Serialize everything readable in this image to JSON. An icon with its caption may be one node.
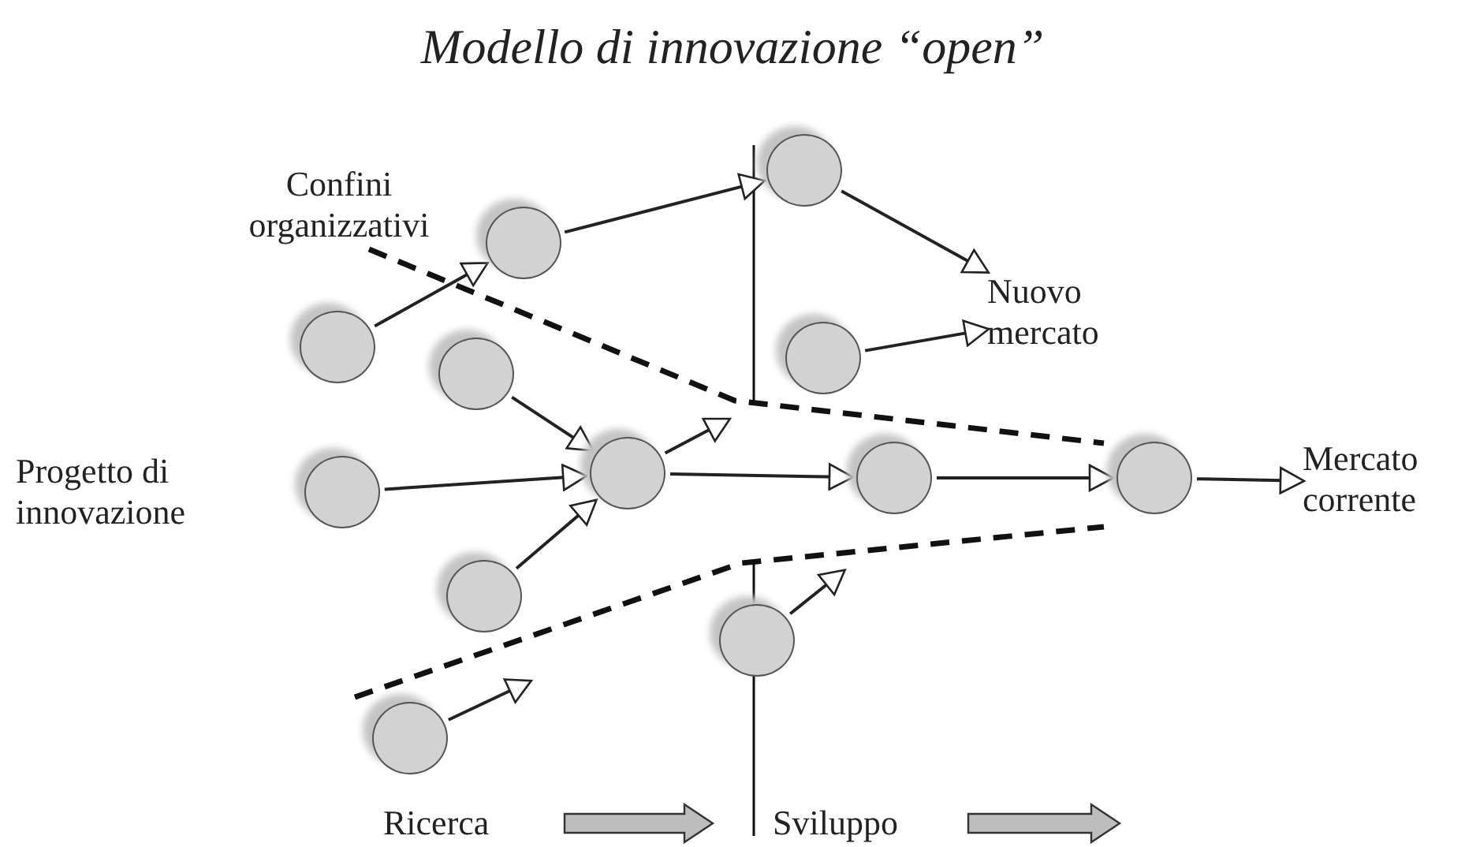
{
  "diagram": {
    "title": "Modello di innovazione “open”",
    "nodes": [
      {
        "text": [],
        "shape": "circle"
      },
      {
        "text": [],
        "shape": "circle"
      },
      {
        "text": [
          "Nuovo mercato"
        ]
      },
      {
        "text": [],
        "shape": "circle"
      },
      {
        "text": [],
        "shape": "circle"
      },
      {
        "text": [],
        "shape": "circle"
      },
      {
        "text": [],
        "shape": "circle"
      },
      {
        "text": [],
        "shape": "circle"
      },
      {
        "text": [],
        "shape": "circle"
      },
      {
        "text": [],
        "shape": "circle"
      },
      {
        "text": [
          "Mercato corrente"
        ]
      },
      {
        "text": [],
        "shape": "circle"
      },
      {
        "text": [],
        "shape": "circle"
      },
      {
        "text": [],
        "shape": "circle"
      }
    ],
    "edges": [
      {
        "from": 3,
        "to": 1,
        "arrow": "to"
      },
      {
        "from": 1,
        "to": 0,
        "arrow": "to"
      },
      {
        "from": 0,
        "to": 2,
        "arrow": "to"
      },
      {
        "from": 5,
        "to": 6,
        "arrow": "to"
      },
      {
        "from": 9,
        "to": 6,
        "arrow": "to"
      },
      {
        "from": 11,
        "to": 6,
        "arrow": "to"
      },
      {
        "from": 6,
        "to": null,
        "arrow": "to"
      },
      {
        "from": 6,
        "to": 7,
        "arrow": "to"
      },
      {
        "from": 4,
        "to": 2,
        "arrow": "to"
      },
      {
        "from": 7,
        "to": 8,
        "arrow": "to"
      },
      {
        "from": 8,
        "to": 10,
        "arrow": "to"
      },
      {
        "from": 12,
        "to": null,
        "arrow": "to"
      },
      {
        "from": 13,
        "to": null,
        "arrow": "to"
      }
    ],
    "labels": [
      "Confini organizzativi",
      "Progetto di innovazione",
      "Ricerca",
      "Sviluppo"
    ]
  }
}
